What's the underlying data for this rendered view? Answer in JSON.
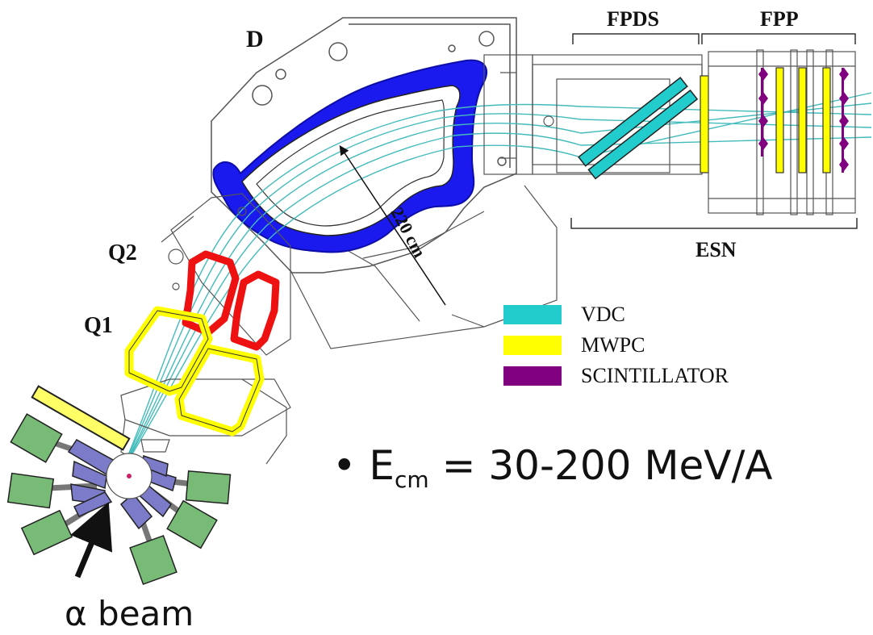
{
  "labels": {
    "dipole": "D",
    "q2": "Q2",
    "q1": "Q1",
    "fpds": "FPDS",
    "fpp": "FPP",
    "esn": "ESN",
    "radius": "220 cm"
  },
  "legend": [
    {
      "label": "VDC",
      "color": "#22cccc"
    },
    {
      "label": "MWPC",
      "color": "#ffff00"
    },
    {
      "label": "SCINTILLATOR",
      "color": "#800080"
    }
  ],
  "colors": {
    "dipole": "#1a1aee",
    "quadrupole_q2": "#ee1111",
    "quadrupole_q1": "#ffff00",
    "detector_box": "#7b7bc9",
    "detector_crystal": "#77bb77",
    "beam_trace": "#44bbbb",
    "frame": "#555555"
  },
  "bullet": {
    "symbol": "•",
    "prefix": "E",
    "subscript": "cm",
    "value": "= 30-200 MeV/A"
  },
  "beam_label": "α beam"
}
